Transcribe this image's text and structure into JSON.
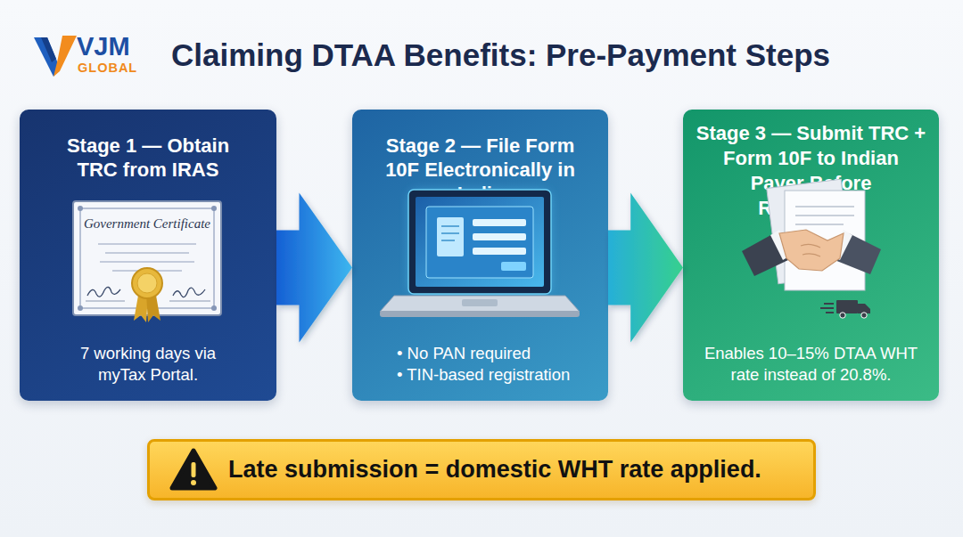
{
  "diagram": {
    "title": "Claiming DTAA Benefits: Pre-Payment Steps",
    "nodes": [
      {
        "text": [
          "Stage 1 — Obtain TRC from IRAS",
          "7 working days via myTax Portal."
        ]
      },
      {
        "text": [
          "Stage 2 — File Form 10F Electronically in India",
          "• No PAN required",
          "• TIN-based registration"
        ]
      },
      {
        "text": [
          "Stage 3 — Submit TRC + Form 10F to Indian Payer Before Remittance",
          "Enables 10–15% DTAA WHT rate instead of 20.8%."
        ]
      },
      {
        "text": [
          "Late submission = domestic WHT rate applied."
        ]
      }
    ],
    "edges": [
      {
        "from": 0,
        "to": 1,
        "arrow": "to"
      },
      {
        "from": 1,
        "to": 2,
        "arrow": "to"
      }
    ],
    "labels": [
      "VJM",
      "GLOBAL",
      "Government Certificate"
    ]
  }
}
